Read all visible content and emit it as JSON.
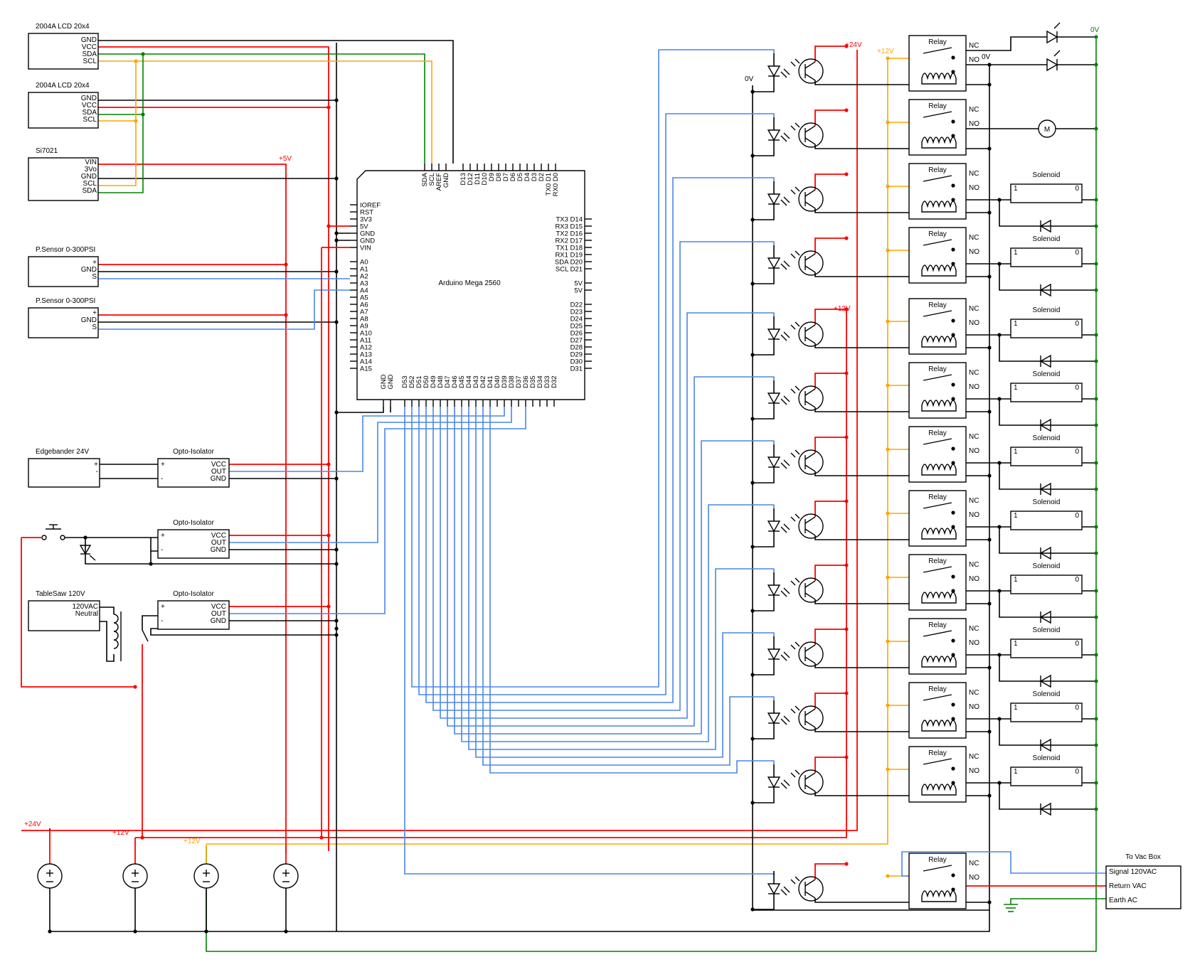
{
  "colors": {
    "power24": "#ff0000",
    "power12": "#ffa500",
    "ground": "#000000",
    "earth": "#008000",
    "signal": "#4a86e8"
  },
  "lcd1": {
    "title": "2004A LCD 20x4",
    "pins": [
      "GND",
      "VCC",
      "SDA",
      "SCL"
    ]
  },
  "lcd2": {
    "title": "2004A LCD 20x4",
    "pins": [
      "GND",
      "VCC",
      "SDA",
      "SCL"
    ]
  },
  "si7021": {
    "title": "Si7021",
    "pins": [
      "VIN",
      "3Vo",
      "GND",
      "SCL",
      "SDA"
    ],
    "rail": "+5V"
  },
  "psensor1": {
    "title": "P.Sensor 0-300PSI",
    "pins": [
      "+",
      "GND",
      "S"
    ]
  },
  "psensor2": {
    "title": "P.Sensor 0-300PSI",
    "pins": [
      "+",
      "GND",
      "S"
    ]
  },
  "arduino": {
    "title": "Arduino Mega 2560",
    "top_pins": [
      "SDA",
      "SCL",
      "AREF",
      "GND",
      "D13",
      "D12",
      "D11",
      "D10",
      "D9",
      "D8",
      "D7",
      "D6",
      "D5",
      "D4",
      "D3",
      "D2",
      "TX0 D1",
      "RX0 D0"
    ],
    "left_pins": [
      "IOREF",
      "RST",
      "3V3",
      "5V",
      "GND",
      "GND",
      "VIN",
      "A0",
      "A1",
      "A2",
      "A3",
      "A4",
      "A5",
      "A6",
      "A7",
      "A8",
      "A9",
      "A10",
      "A11",
      "A12",
      "A13",
      "A14",
      "A15"
    ],
    "right_pins": [
      "TX3 D14",
      "RX3 D15",
      "TX2 D16",
      "RX2 D17",
      "TX1 D18",
      "RX1 D19",
      "SDA D20",
      "SCL D21",
      "",
      "5V",
      "5V",
      "",
      "D22",
      "D23",
      "D24",
      "D25",
      "D26",
      "D27",
      "D28",
      "D29",
      "D30",
      "D31"
    ],
    "bottom_pins": [
      "GND",
      "GND",
      "D53",
      "D52",
      "D51",
      "D50",
      "D49",
      "D48",
      "D47",
      "D46",
      "D45",
      "D44",
      "D43",
      "D42",
      "D41",
      "D40",
      "D39",
      "D38",
      "D37",
      "D36",
      "D35",
      "D34",
      "D33",
      "D32"
    ]
  },
  "edgebander": {
    "title": "Edgebander 24V",
    "pins": [
      "+",
      "-"
    ]
  },
  "tablesaw": {
    "title": "TableSaw 120V",
    "pins": [
      "120VAC",
      "Neutral"
    ]
  },
  "opto": {
    "title": "Opto-Isolator",
    "left_pins": [
      "+",
      "-"
    ],
    "right_pins": [
      "VCC",
      "OUT",
      "GND"
    ]
  },
  "relay": {
    "title": "Relay",
    "nc": "NC",
    "no": "NO"
  },
  "solenoid": {
    "title": "Solenoid",
    "left": "1",
    "right": "0"
  },
  "motor": {
    "label": "M"
  },
  "rails": {
    "v24": "+24V",
    "v12": "+12V",
    "v5": "+5V",
    "zero": "0V"
  },
  "vacbox": {
    "title": "To Vac Box",
    "pins": [
      "Signal 120VAC",
      "Return VAC",
      "Earth AC"
    ]
  }
}
